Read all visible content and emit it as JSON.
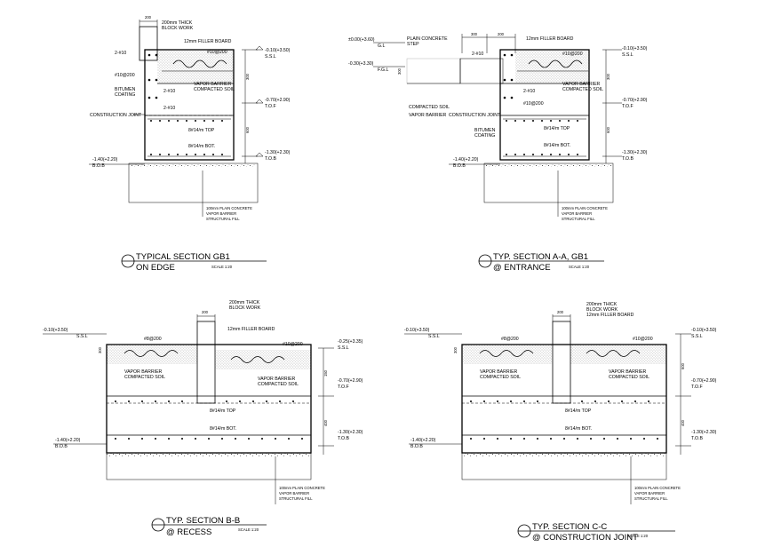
{
  "sections": [
    {
      "id": "gb1-edge",
      "title": "TYPICAL SECTION  GB1",
      "subtitle": "ON EDGE",
      "scale": "SCALE 1:20",
      "labels": {
        "wall_dim": "200",
        "wall": "200mm THICK\nBLOCK WORK",
        "filler": "12mm FILLER BOARD",
        "rebar_top_left": "2-#10",
        "rebar_mesh": "#10@200",
        "rebar_mesh_left": "#10@200",
        "bitumen": "BITUMEN\nCOATING",
        "rebar_mid": "2-#10",
        "vapor": "VAPOR BARRIER\nCOMPACTED SOIL",
        "rebar_low": "2-#10",
        "joint": "CONSTRUCTION JOINT",
        "beam_top": "8#14/m TOP",
        "beam_bot": "8#14/m BOT.",
        "lvl_ssl": "-0.10(+3.50)",
        "lvl_ssl_tag": "S.S.L",
        "lvl_tof": "-0.70(+2.90)",
        "lvl_tof_tag": "T.O.F",
        "lvl_tob": "-1.30(+2.30)",
        "lvl_tob_tag": "T.O.B",
        "lvl_bob": "-1.40(+2.20)",
        "lvl_bob_tag": "B.O.B",
        "dim_300": "300",
        "dim_600": "600",
        "fill_notes": "100mm PLAIN CONCRETE\nVAPOR BARRIER\nSTRUCTURAL FILL"
      }
    },
    {
      "id": "gb1-aa",
      "title": "TYP. SECTION  A-A, GB1",
      "subtitle": "@ ENTRANCE",
      "scale": "SCALE 1:20",
      "labels": {
        "lvl_gl": "±0.00(+3.60)",
        "lvl_gl_tag": "G.L",
        "lvl_fgl": "-0.30(+3.30)",
        "lvl_fgl_tag": "F.G.L",
        "step": "PLAIN CONCRETE\nSTEP",
        "dim_a": "300",
        "dim_b": "200",
        "filler": "12mm FILLER BOARD",
        "rebar_top": "2-#10",
        "rebar_mesh": "#10@200",
        "compacted": "COMPACTED SOIL",
        "vapor_l": "VAPOR BARRIER",
        "rebar_mid": "2-#10",
        "rebar_mesh2": "#10@200",
        "vapor_r": "VAPOR BARRIER\nCOMPACTED SOIL",
        "joint": "CONSTRUCTION JOINT",
        "bitumen": "BITUMEN\nCOATING",
        "beam_top": "8#14/m TOP",
        "beam_bot": "8#14/m BOT.",
        "lvl_ssl": "-0.10(+3.50)",
        "lvl_ssl_tag": "S.S.L",
        "lvl_tof": "-0.70(+2.90)",
        "lvl_tof_tag": "T.O.F",
        "lvl_tob": "-1.30(+2.30)",
        "lvl_tob_tag": "T.O.B",
        "lvl_bob": "-1.40(+2.20)",
        "lvl_bob_tag": "B.O.B",
        "dim_300": "300",
        "dim_600": "600",
        "dim_left": "300",
        "fill_notes": "100mm PLAIN CONCRETE\nVAPOR BARRIER\nSTRUCTURAL FILL"
      }
    },
    {
      "id": "bb",
      "title": "TYP. SECTION  B-B",
      "subtitle": "@ RECESS",
      "scale": "SCALE 1:20",
      "labels": {
        "wall_dim": "200",
        "wall": "200mm THICK\nBLOCK WORK",
        "filler": "12mm FILLER BOARD",
        "mesh_l": "#8@200",
        "mesh_r": "#10@200",
        "vapor_l": "VAPOR BARRIER\nCOMPACTED SOIL",
        "vapor_r": "VAPOR BARRIER\nCOMPACTED SOIL",
        "beam_top": "8#14/m TOP",
        "beam_bot": "8#14/m BOT.",
        "lvl_ssl_l": "-0.10(+3.50)",
        "lvl_ssl_l_tag": "S.S.L",
        "lvl_ssl_r": "-0.25(+3.35)",
        "lvl_ssl_r_tag": "S.S.L",
        "lvl_tof": "-0.70(+2.90)",
        "lvl_tof_tag": "T.O.F",
        "lvl_tob": "-1.30(+2.30)",
        "lvl_tob_tag": "T.O.B",
        "lvl_bob": "-1.40(+2.20)",
        "lvl_bob_tag": "B.O.B",
        "dim_150": "150",
        "dim_400": "400",
        "dim_l": "300",
        "fill_notes": "100mm PLAIN CONCRETE\nVAPOR BARRIER\nSTRUCTURAL FILL"
      }
    },
    {
      "id": "cc",
      "title": "TYP. SECTION  C-C",
      "subtitle": "@ CONSTRUCTION JOINT",
      "scale": "SCALE 1:20",
      "labels": {
        "wall_dim": "200",
        "wall": "200mm THICK\nBLOCK WORK\n12mm FILLER BOARD",
        "mesh_l": "#8@200",
        "mesh_r": "#10@200",
        "vapor_l": "VAPOR BARRIER\nCOMPACTED SOIL",
        "vapor_r": "VAPOR BARRIER\nCOMPACTED SOIL",
        "beam_top": "8#14/m TOP",
        "beam_bot": "8#14/m BOT.",
        "lvl_ssl_l": "-0.10(+3.50)",
        "lvl_ssl_l_tag": "S.S.L",
        "lvl_ssl_r": "-0.10(+3.50)",
        "lvl_ssl_r_tag": "S.S.L",
        "lvl_tof": "-0.70(+2.90)",
        "lvl_tof_tag": "T.O.F",
        "lvl_tob": "-1.30(+2.30)",
        "lvl_tob_tag": "T.O.B",
        "lvl_bob": "-1.40(+2.20)",
        "lvl_bob_tag": "B.O.B",
        "dim_300": "300",
        "dim_600": "600",
        "dim_400": "400",
        "fill_notes": "100mm PLAIN CONCRETE\nVAPOR BARRIER\nSTRUCTURAL FILL"
      }
    }
  ]
}
